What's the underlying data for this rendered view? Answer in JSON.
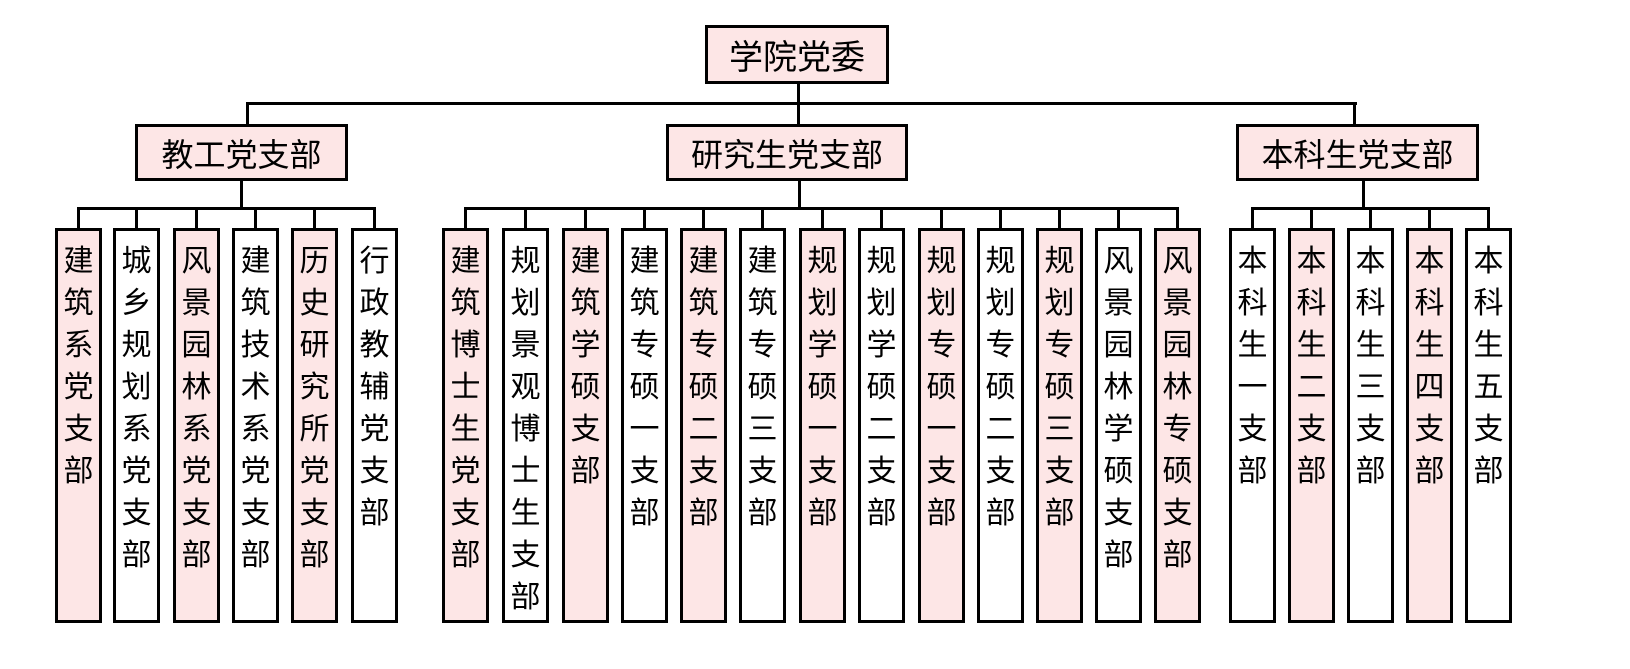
{
  "root": {
    "label": "学院党委"
  },
  "branches": [
    {
      "label": "教工党支部",
      "children": [
        {
          "label": "建筑系党支部",
          "highlighted": true
        },
        {
          "label": "城乡规划系党支部",
          "highlighted": false
        },
        {
          "label": "风景园林系党支部",
          "highlighted": true
        },
        {
          "label": "建筑技术系党支部",
          "highlighted": false
        },
        {
          "label": "历史研究所党支部",
          "highlighted": true
        },
        {
          "label": "行政教辅党支部",
          "highlighted": false
        }
      ]
    },
    {
      "label": "研究生党支部",
      "children": [
        {
          "label": "建筑博士生党支部",
          "highlighted": true
        },
        {
          "label": "规划景观博士生支部",
          "highlighted": false
        },
        {
          "label": "建筑学硕支部",
          "highlighted": true
        },
        {
          "label": "建筑专硕一支部",
          "highlighted": false
        },
        {
          "label": "建筑专硕二支部",
          "highlighted": true
        },
        {
          "label": "建筑专硕三支部",
          "highlighted": false
        },
        {
          "label": "规划学硕一支部",
          "highlighted": true
        },
        {
          "label": "规划学硕二支部",
          "highlighted": false
        },
        {
          "label": "规划专硕一支部",
          "highlighted": true
        },
        {
          "label": "规划专硕二支部",
          "highlighted": false
        },
        {
          "label": "规划专硕三支部",
          "highlighted": true
        },
        {
          "label": "风景园林学硕支部",
          "highlighted": false
        },
        {
          "label": "风景园林专硕支部",
          "highlighted": true
        }
      ]
    },
    {
      "label": "本科生党支部",
      "children": [
        {
          "label": "本科生一支部",
          "highlighted": false
        },
        {
          "label": "本科生二支部",
          "highlighted": true
        },
        {
          "label": "本科生三支部",
          "highlighted": false
        },
        {
          "label": "本科生四支部",
          "highlighted": true
        },
        {
          "label": "本科生五支部",
          "highlighted": false
        }
      ]
    }
  ],
  "colors": {
    "highlight": "#fde6e6",
    "line": "#000000"
  }
}
